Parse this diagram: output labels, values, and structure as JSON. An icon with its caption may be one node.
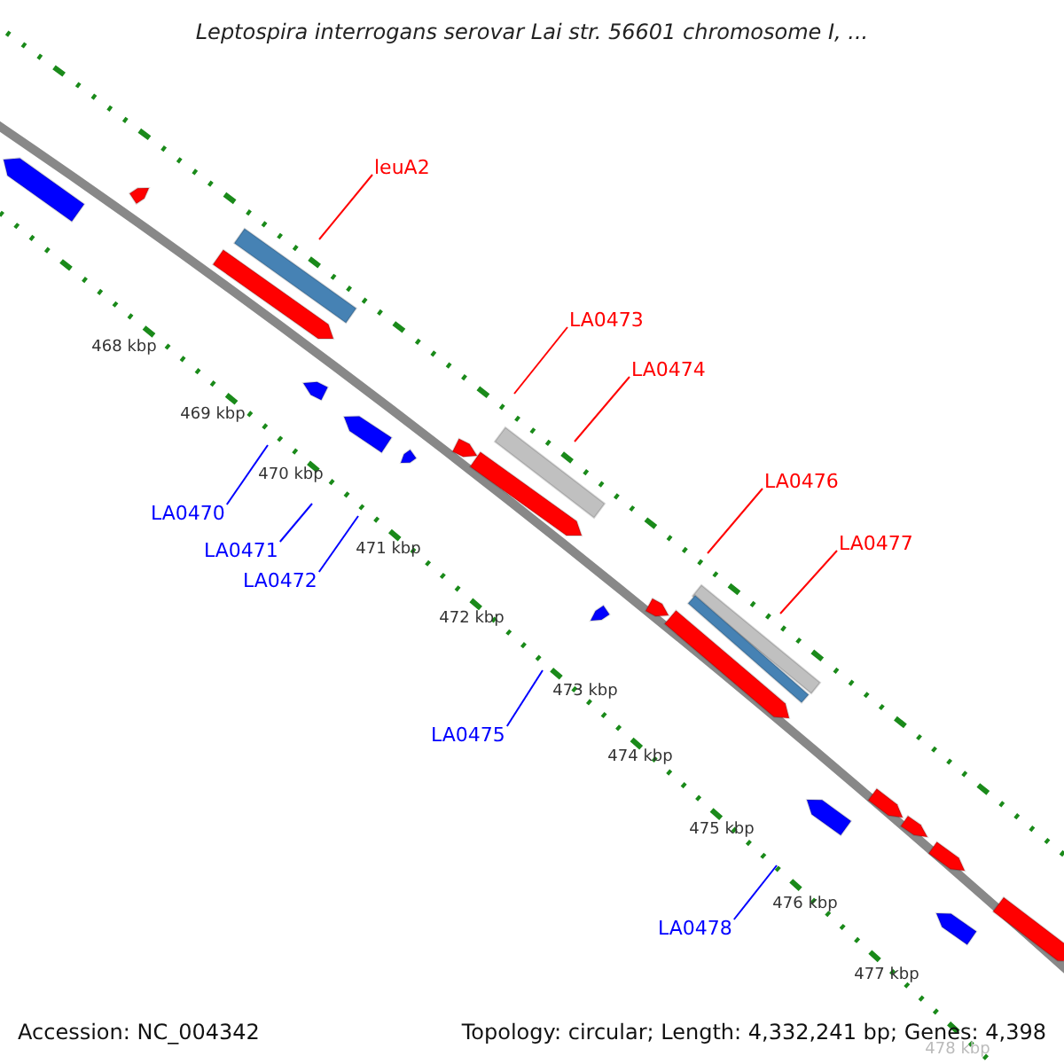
{
  "diagram": {
    "title": "Leptospira interrogans serovar Lai str. 56601 chromosome I, ...",
    "nodes": [
      {
        "text": [
          "leuA2"
        ]
      },
      {
        "text": [
          "LA0473"
        ]
      },
      {
        "text": [
          "LA0474"
        ]
      },
      {
        "text": [
          "LA0476"
        ]
      },
      {
        "text": [
          "LA0470"
        ]
      },
      {
        "text": [
          "LA0477"
        ]
      },
      {
        "text": [
          "LA0471"
        ]
      },
      {
        "text": [
          "LA0472"
        ]
      },
      {
        "text": [
          "LA0475"
        ]
      },
      {
        "text": [
          "LA0478"
        ]
      }
    ],
    "edges": [
      {
        "from": 0,
        "to": null,
        "arrow": "none"
      },
      {
        "from": 1,
        "to": null,
        "arrow": "none"
      },
      {
        "from": 2,
        "to": null,
        "arrow": "none"
      },
      {
        "from": 3,
        "to": null,
        "arrow": "none"
      },
      {
        "from": 4,
        "to": null,
        "arrow": "none",
        "color": "#0000ff"
      },
      {
        "from": 5,
        "to": null,
        "arrow": "none"
      },
      {
        "from": 6,
        "to": null,
        "arrow": "none",
        "color": "#0000ff"
      },
      {
        "from": 7,
        "to": null,
        "arrow": "none",
        "color": "#0000ff"
      },
      {
        "from": 8,
        "to": null,
        "arrow": "none",
        "color": "#0000ff"
      },
      {
        "from": 9,
        "to": null,
        "arrow": "none",
        "color": "#0000ff"
      }
    ],
    "labels": [
      "468 kbp",
      "469 kbp",
      "470 kbp",
      "471 kbp",
      "472 kbp",
      "473 kbp",
      "474 kbp",
      "475 kbp",
      "476 kbp",
      "477 kbp",
      "478 kbp",
      "Accession: NC_004342",
      "Topology: circular; Length: 4,332,241 bp; Genes: 4,398"
    ]
  }
}
